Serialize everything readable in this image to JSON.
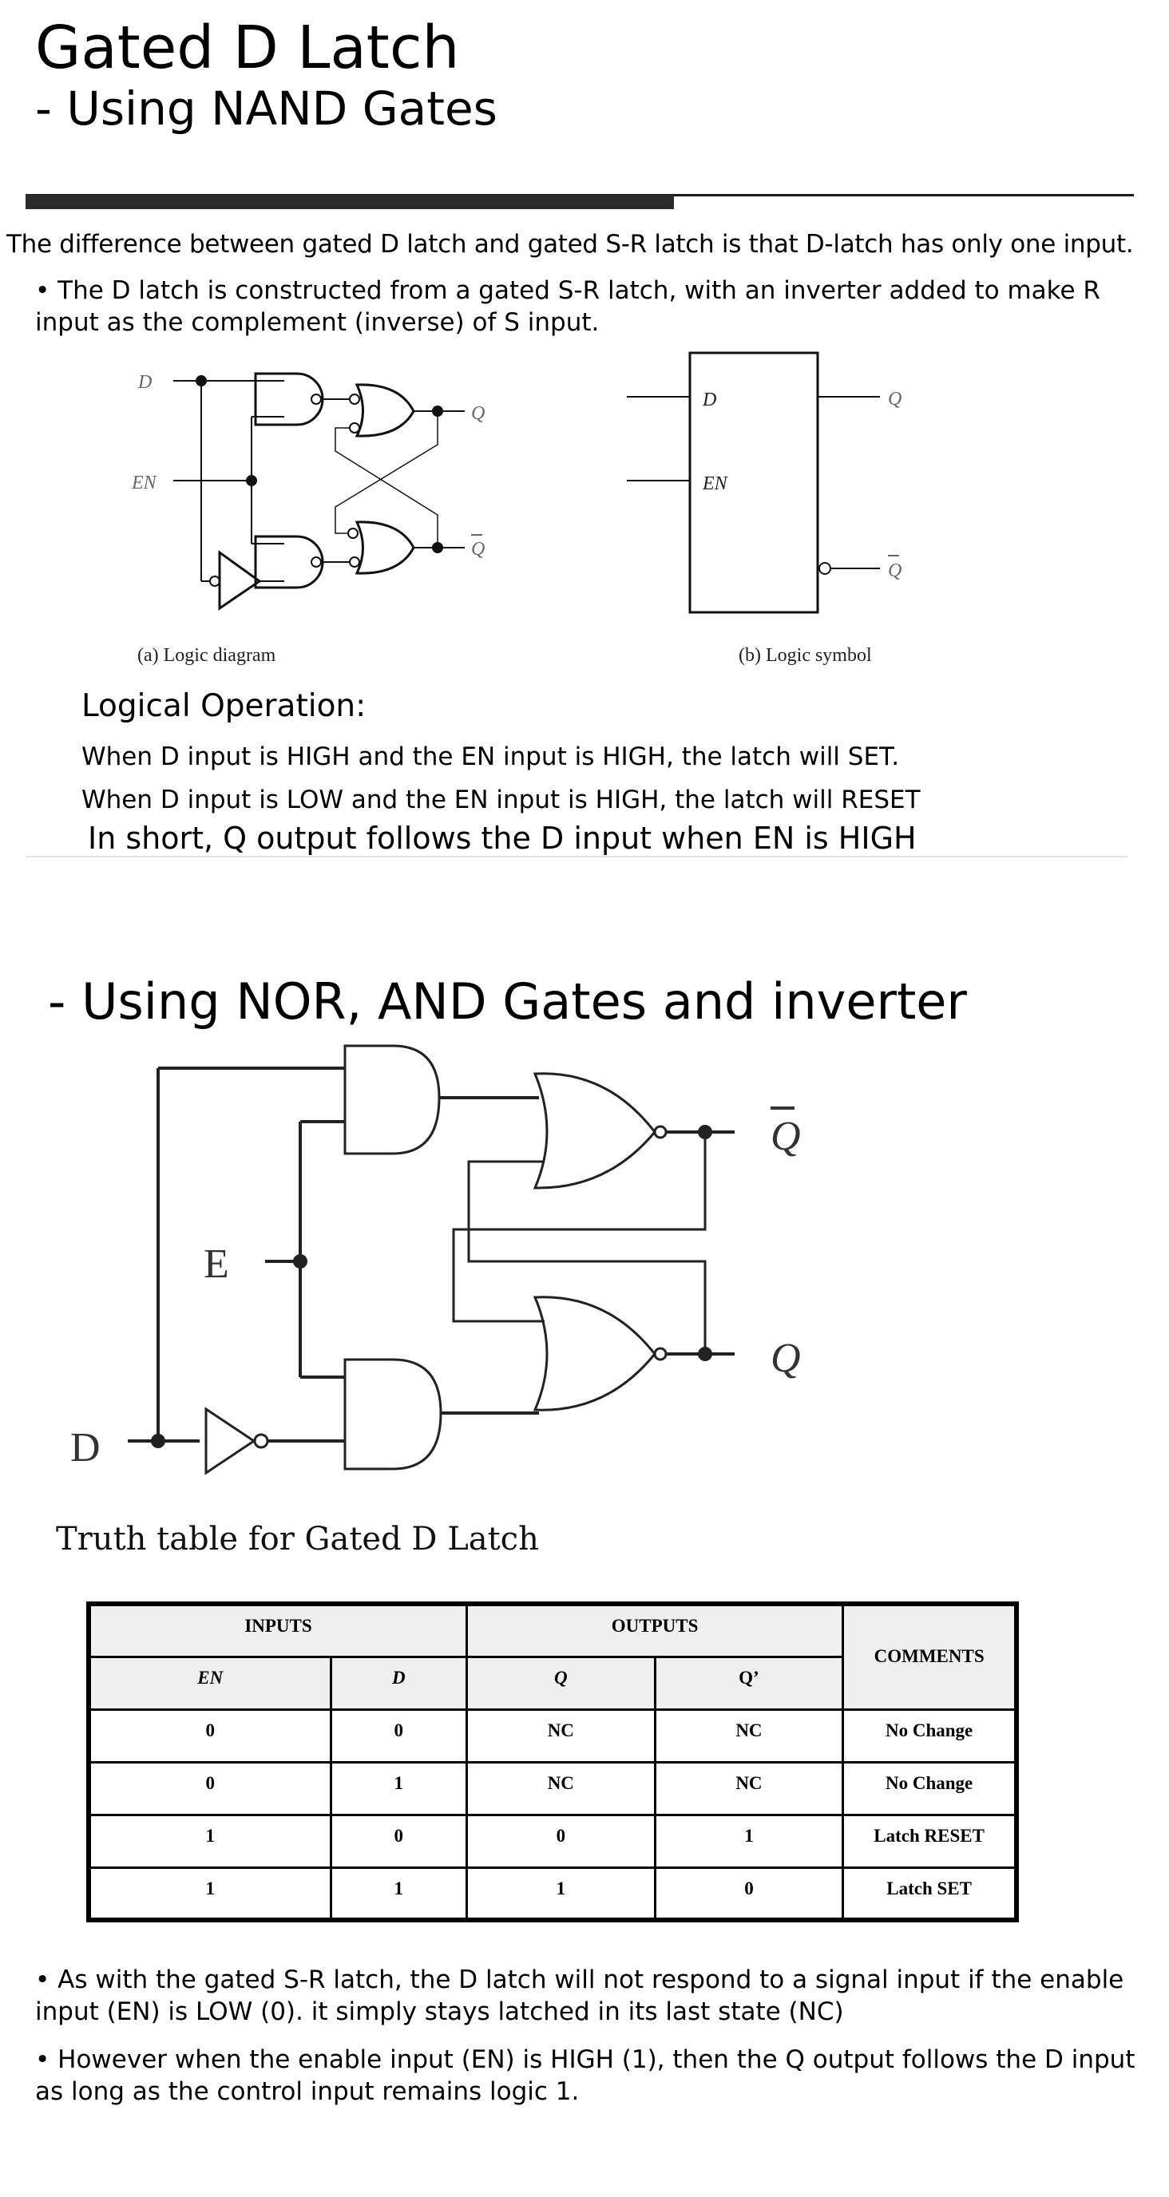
{
  "header": {
    "title": "Gated D Latch",
    "subtitle": "- Using NAND Gates"
  },
  "intro": {
    "paragraph": "The difference between gated D latch and gated S-R latch is that D-latch has only one input.",
    "bullet": "• The D latch is constructed from a gated S-R latch, with an inverter added to make R input as the complement (inverse) of S input."
  },
  "figure_nand": {
    "logic_diagram": {
      "input_d": "D",
      "input_en": "EN",
      "output_q": "Q",
      "output_qbar": "Q",
      "caption": "(a)  Logic diagram"
    },
    "logic_symbol": {
      "pin_d": "D",
      "pin_en": "EN",
      "output_q": "Q",
      "output_qbar": "Q",
      "caption": "(b)  Logic symbol"
    }
  },
  "logical_operation": {
    "heading": "Logical Operation:",
    "lines": [
      "When D input is HIGH and the EN input is HIGH, the latch will SET.",
      "When D input is LOW and the EN input is HIGH, the latch will RESET"
    ],
    "summary": "In short, Q output follows the D input when EN is HIGH"
  },
  "section_nor": {
    "heading": "- Using NOR, AND Gates and inverter",
    "diagram": {
      "input_e": "E",
      "input_d": "D",
      "output_qbar": "Q",
      "output_q": "Q"
    }
  },
  "truth_table": {
    "title": "Truth table for Gated D Latch",
    "group_headers": [
      "INPUTS",
      "OUTPUTS",
      "COMMENTS"
    ],
    "columns": [
      "EN",
      "D",
      "Q",
      "Q’"
    ],
    "rows": [
      [
        "0",
        "0",
        "NC",
        "NC",
        "No Change"
      ],
      [
        "0",
        "1",
        "NC",
        "NC",
        "No Change"
      ],
      [
        "1",
        "0",
        "0",
        "1",
        "Latch RESET"
      ],
      [
        "1",
        "1",
        "1",
        "0",
        "Latch SET"
      ]
    ]
  },
  "notes": [
    "• As with the gated S-R latch, the D latch will not respond to a signal input if the enable input (EN) is LOW (0). it simply stays latched in its last state (NC)",
    "• However when the enable input (EN) is HIGH (1), then the Q output follows the D input as long as the control input remains logic 1."
  ]
}
